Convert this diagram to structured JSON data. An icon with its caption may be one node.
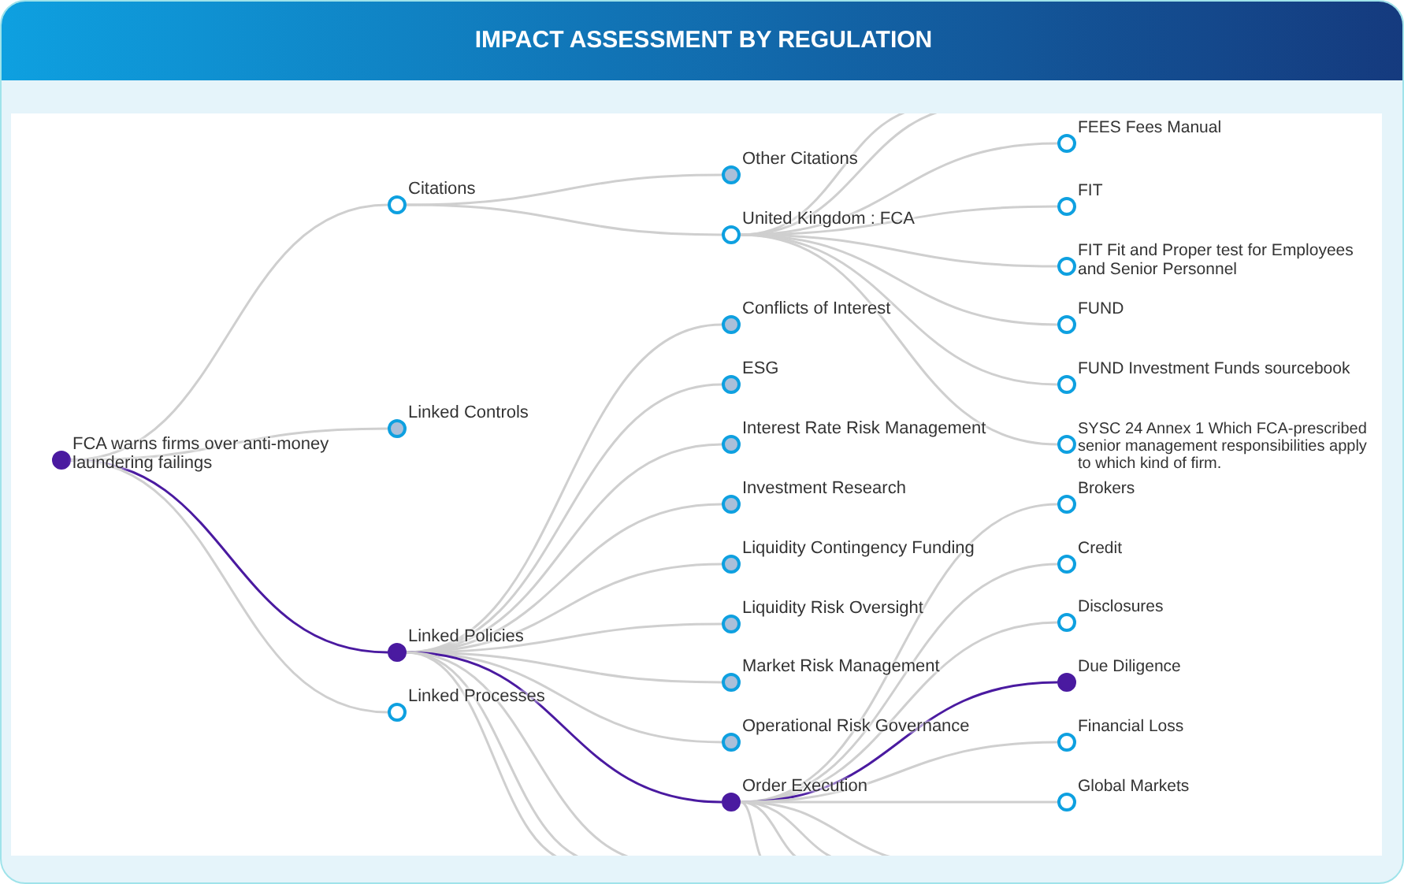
{
  "diagram": {
    "title": "IMPACT ASSESSMENT BY REGULATION",
    "nodes": [
      {
        "text": [
          "FCA warns firms over anti-money laundering failings"
        ]
      },
      {
        "text": [
          "Citations"
        ]
      },
      {
        "text": [
          "Linked Controls"
        ]
      },
      {
        "text": [
          "Linked Policies"
        ]
      },
      {
        "text": [
          "Linked Processes"
        ]
      },
      {
        "text": [
          "Other Citations"
        ]
      },
      {
        "text": [
          "United Kingdom : FCA"
        ]
      },
      {
        "text": [
          "Conflicts of Interest"
        ]
      },
      {
        "text": [
          "ESG"
        ]
      },
      {
        "text": [
          "Interest Rate Risk Management"
        ]
      },
      {
        "text": [
          "Investment Research"
        ]
      },
      {
        "text": [
          "Liquidity Contingency Funding"
        ]
      },
      {
        "text": [
          "Liquidity Risk Oversight"
        ]
      },
      {
        "text": [
          "Market Risk Management"
        ]
      },
      {
        "text": [
          "Operational Risk Governance"
        ]
      },
      {
        "text": [
          "Order Execution"
        ]
      },
      {
        "text": [
          "FEES Fees Manual"
        ]
      },
      {
        "text": [
          "FIT"
        ]
      },
      {
        "text": [
          "FIT Fit and Proper test for Employees and Senior Personnel"
        ]
      },
      {
        "text": [
          "FUND"
        ]
      },
      {
        "text": [
          "FUND Investment Funds sourcebook"
        ]
      },
      {
        "text": [
          "SYSC 24 Annex 1 Which FCA-prescribed senior management responsibilities apply to which kind of firm."
        ]
      },
      {
        "text": [
          "Brokers"
        ]
      },
      {
        "text": [
          "Credit"
        ]
      },
      {
        "text": [
          "Disclosures"
        ]
      },
      {
        "text": [
          "Due Diligence"
        ]
      },
      {
        "text": [
          "Financial Loss"
        ]
      },
      {
        "text": [
          "Global Markets"
        ]
      }
    ],
    "edges": [
      {
        "from": 0,
        "to": 1,
        "arrow": "none"
      },
      {
        "from": 0,
        "to": 2,
        "arrow": "none"
      },
      {
        "from": 0,
        "to": 3,
        "arrow": "none",
        "color": "#4a1aa0"
      },
      {
        "from": 0,
        "to": 4,
        "arrow": "none"
      },
      {
        "from": 1,
        "to": 5,
        "arrow": "none"
      },
      {
        "from": 1,
        "to": 6,
        "arrow": "none"
      },
      {
        "from": 6,
        "to": null,
        "arrow": "none"
      },
      {
        "from": 6,
        "to": null,
        "arrow": "none"
      },
      {
        "from": 6,
        "to": 16,
        "arrow": "none"
      },
      {
        "from": 6,
        "to": 17,
        "arrow": "none"
      },
      {
        "from": 6,
        "to": 18,
        "arrow": "none"
      },
      {
        "from": 6,
        "to": 19,
        "arrow": "none"
      },
      {
        "from": 6,
        "to": 20,
        "arrow": "none"
      },
      {
        "from": 6,
        "to": 21,
        "arrow": "none"
      },
      {
        "from": 3,
        "to": 7,
        "arrow": "none"
      },
      {
        "from": 3,
        "to": 8,
        "arrow": "none"
      },
      {
        "from": 3,
        "to": 9,
        "arrow": "none"
      },
      {
        "from": 3,
        "to": 10,
        "arrow": "none"
      },
      {
        "from": 3,
        "to": 11,
        "arrow": "none"
      },
      {
        "from": 3,
        "to": 12,
        "arrow": "none"
      },
      {
        "from": 3,
        "to": 13,
        "arrow": "none"
      },
      {
        "from": 3,
        "to": 14,
        "arrow": "none"
      },
      {
        "from": 3,
        "to": 15,
        "arrow": "none",
        "color": "#4a1aa0"
      },
      {
        "from": 3,
        "to": null,
        "arrow": "none"
      },
      {
        "from": 3,
        "to": null,
        "arrow": "none"
      },
      {
        "from": 3,
        "to": null,
        "arrow": "none"
      },
      {
        "from": 15,
        "to": 22,
        "arrow": "none"
      },
      {
        "from": 15,
        "to": 23,
        "arrow": "none"
      },
      {
        "from": 15,
        "to": 24,
        "arrow": "none"
      },
      {
        "from": 15,
        "to": 25,
        "arrow": "none",
        "color": "#4a1aa0"
      },
      {
        "from": 15,
        "to": 26,
        "arrow": "none"
      },
      {
        "from": 15,
        "to": 27,
        "arrow": "none"
      },
      {
        "from": 15,
        "to": null,
        "arrow": "none"
      },
      {
        "from": 15,
        "to": null,
        "arrow": "none"
      },
      {
        "from": 15,
        "to": null,
        "arrow": "none"
      },
      {
        "from": 15,
        "to": null,
        "arrow": "none"
      }
    ]
  }
}
